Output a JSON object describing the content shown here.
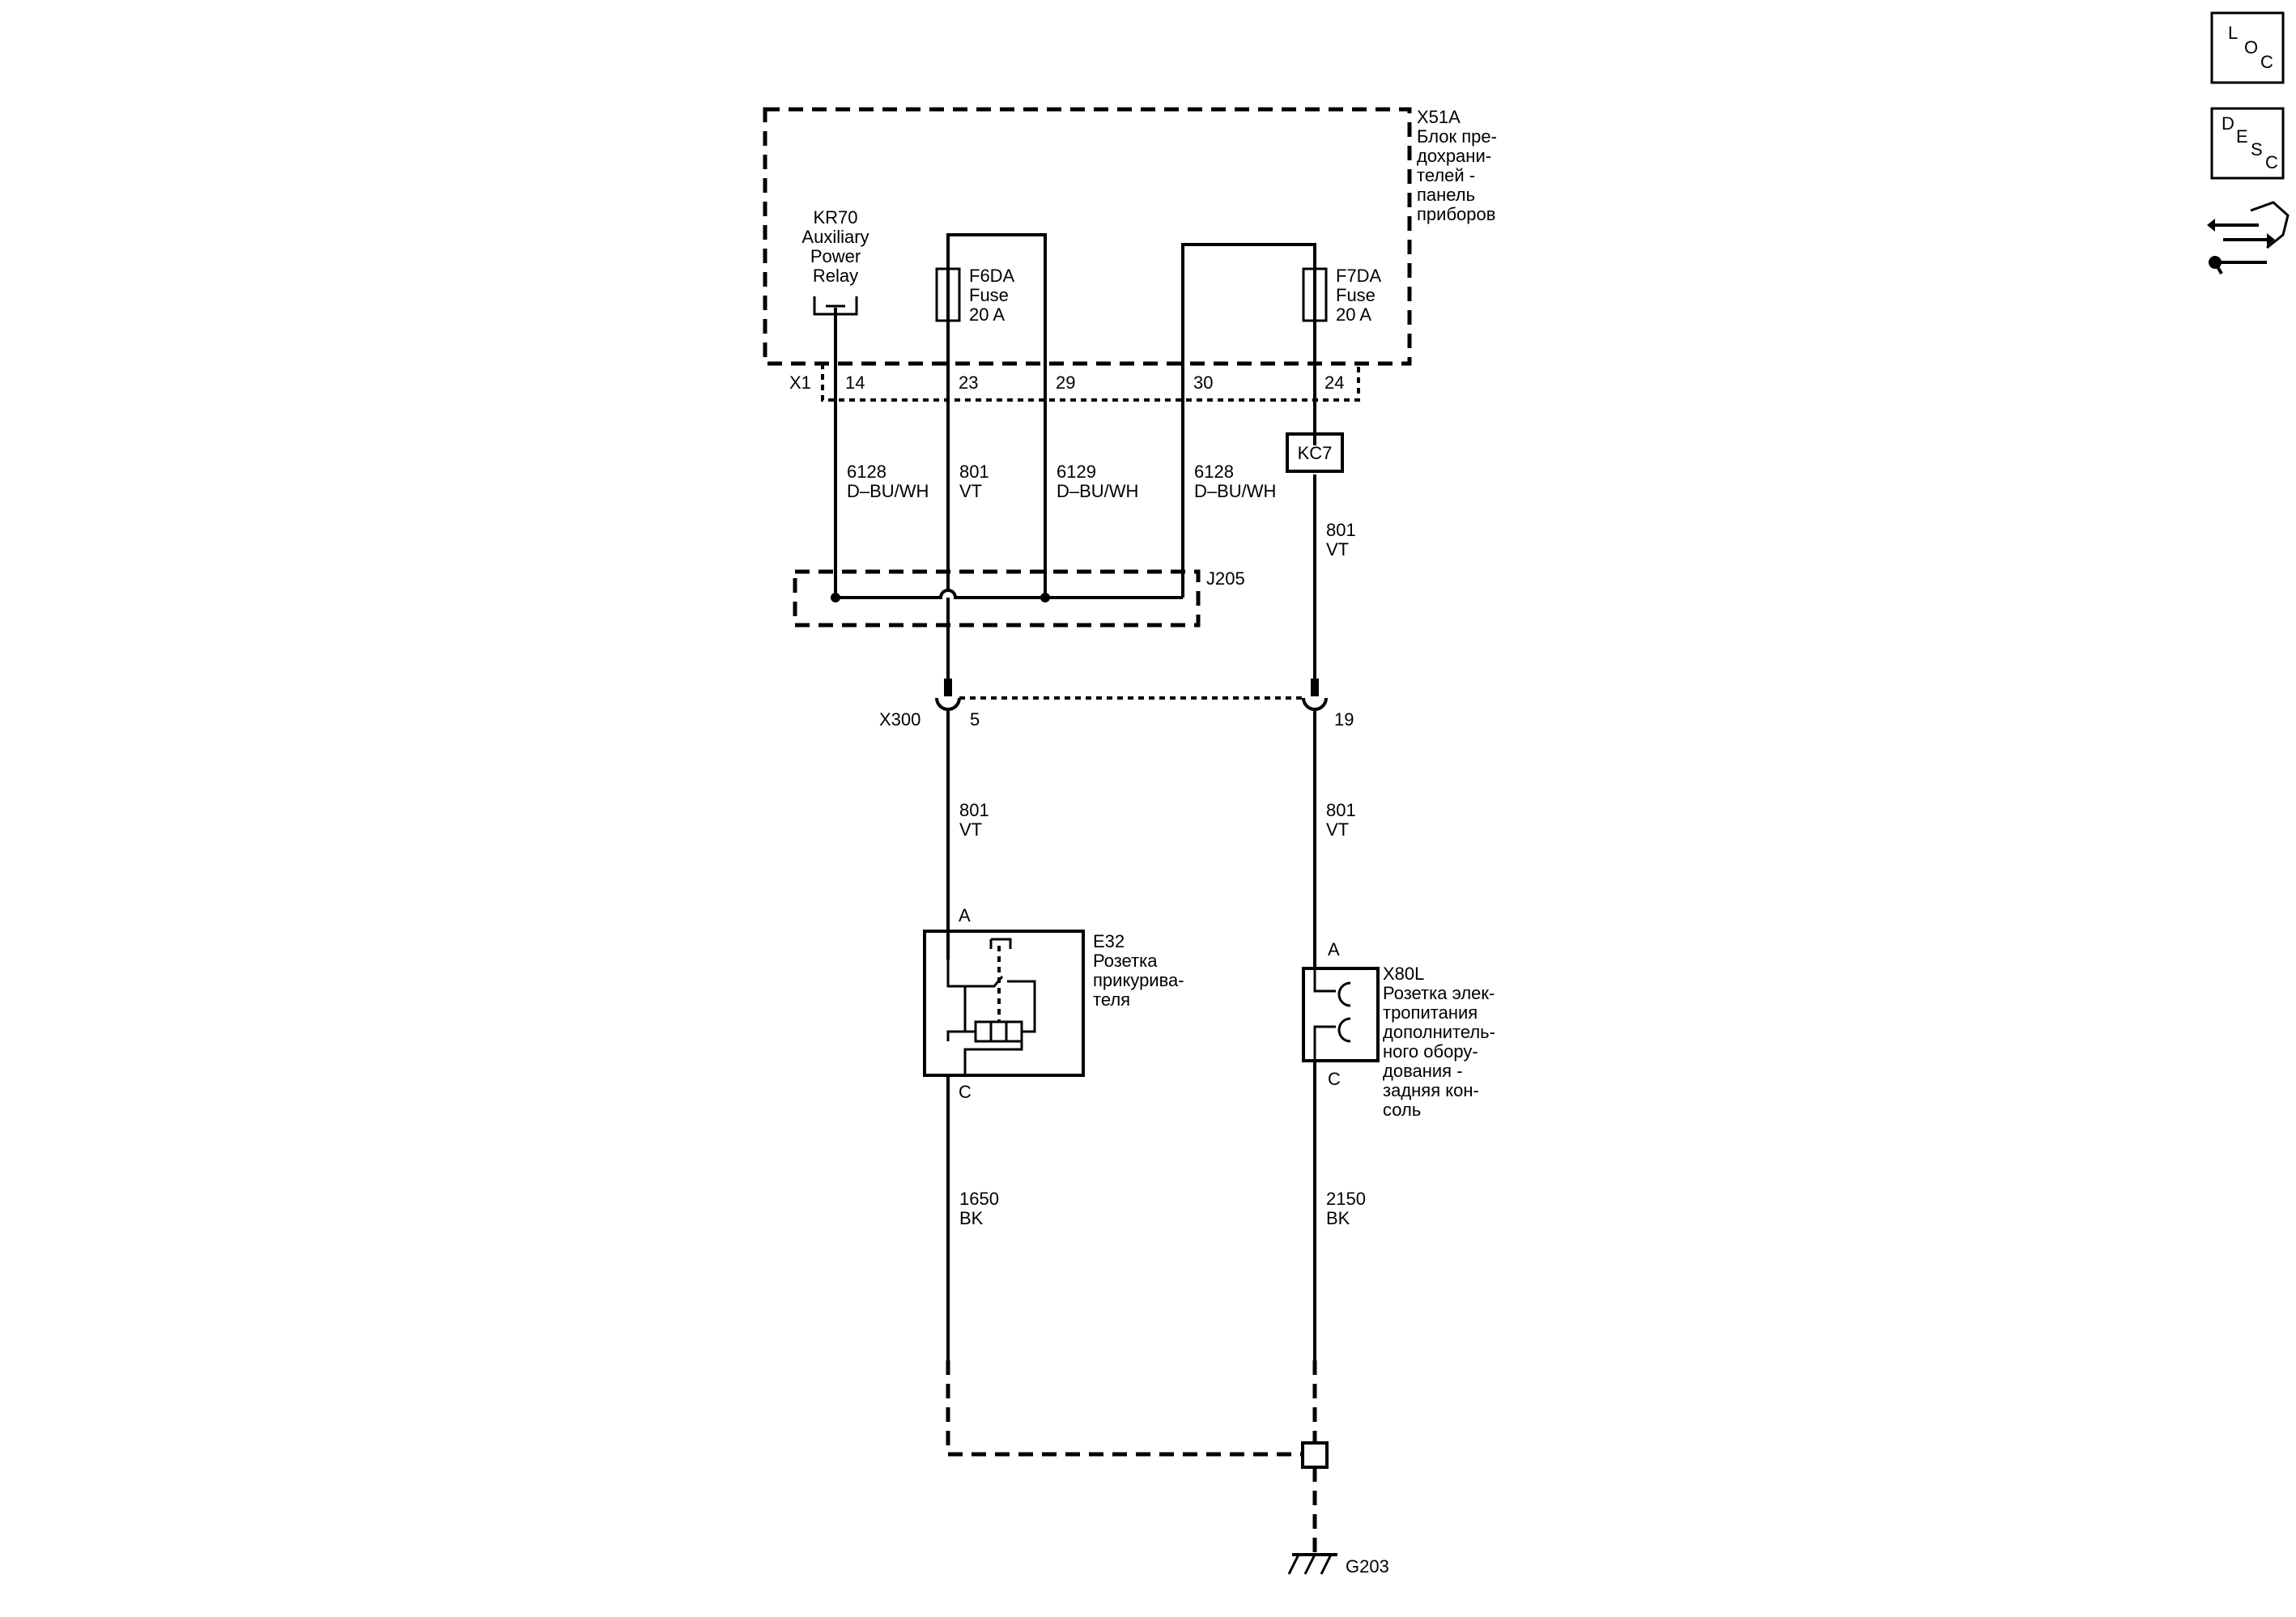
{
  "fuse_block": {
    "id": "X51A",
    "desc": [
      "Блок пре-",
      "дохрани-",
      "телей -",
      "панель",
      "приборов"
    ],
    "connector": "X1",
    "pins": [
      "14",
      "23",
      "29",
      "30",
      "24"
    ]
  },
  "relay": {
    "lines": [
      "KR70",
      "Auxiliary",
      "Power",
      "Relay"
    ]
  },
  "fuse_f6da": {
    "lines": [
      "F6DA",
      "Fuse",
      "20 A"
    ]
  },
  "fuse_f7da": {
    "lines": [
      "F7DA",
      "Fuse",
      "20 A"
    ]
  },
  "wires": {
    "w6128_a": {
      "circuit": "6128",
      "color": "D–BU/WH"
    },
    "w801_a": {
      "circuit": "801",
      "color": "VT"
    },
    "w6129": {
      "circuit": "6129",
      "color": "D–BU/WH"
    },
    "w6128_b": {
      "circuit": "6128",
      "color": "D–BU/WH"
    },
    "w801_b": {
      "circuit": "801",
      "color": "VT"
    },
    "w801_c": {
      "circuit": "801",
      "color": "VT"
    },
    "w801_d": {
      "circuit": "801",
      "color": "VT"
    },
    "w1650": {
      "circuit": "1650",
      "color": "BK"
    },
    "w2150": {
      "circuit": "2150",
      "color": "BK"
    }
  },
  "kc7": "KC7",
  "splice": "J205",
  "inline_connector": {
    "id": "X300",
    "pin_left": "5",
    "pin_right": "19"
  },
  "e32": {
    "id": "E32",
    "desc": [
      "Розетка",
      "прикурива-",
      "теля"
    ],
    "pin_top": "A",
    "pin_bottom": "C"
  },
  "x80l": {
    "id": "X80L",
    "desc": [
      "Розетка элек-",
      "тропитания",
      "дополнитель-",
      "ного обору-",
      "дования -",
      "задняя кон-",
      "соль"
    ],
    "pin_top": "A",
    "pin_bottom": "C"
  },
  "ground": "G203",
  "nav": {
    "loc": [
      "L",
      "O",
      "C"
    ],
    "desc": [
      "D",
      "E",
      "S",
      "C"
    ]
  }
}
